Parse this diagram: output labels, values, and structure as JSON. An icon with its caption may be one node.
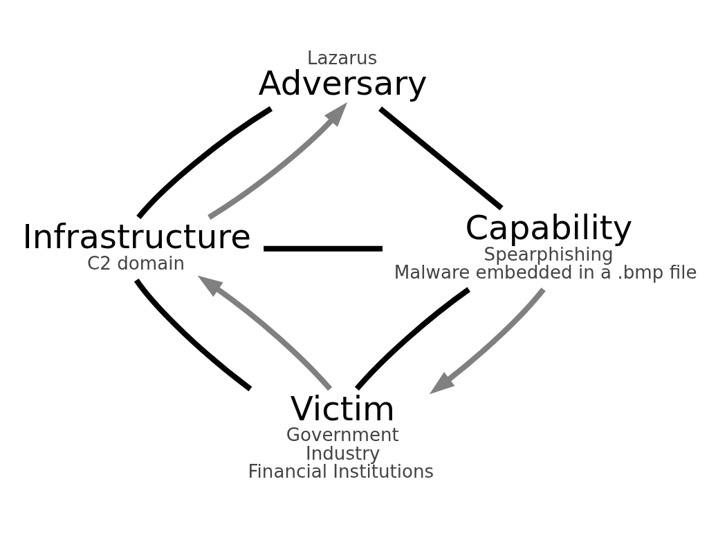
{
  "diagram": {
    "nodes": [
      {
        "text": [
          "Adversary"
        ],
        "beside": [
          "Lazarus"
        ]
      },
      {
        "text": [
          "Infrastructure"
        ],
        "beside": [
          "C2 domain"
        ]
      },
      {
        "text": [
          "Capability"
        ],
        "beside": [
          "Spearphishing",
          "Malware embedded in a .bmp file"
        ]
      },
      {
        "text": [
          "Victim"
        ],
        "beside": [
          "Government",
          "Industry",
          "Financial Institutions"
        ]
      }
    ],
    "edges": [
      {
        "from": 0,
        "to": 1,
        "arrow": "none"
      },
      {
        "from": 0,
        "to": 2,
        "arrow": "none"
      },
      {
        "from": 1,
        "to": 2,
        "arrow": "none"
      },
      {
        "from": 1,
        "to": 3,
        "arrow": "none"
      },
      {
        "from": 2,
        "to": 3,
        "arrow": "none"
      },
      {
        "from": 1,
        "to": 0,
        "arrow": "to",
        "color": "#808080"
      },
      {
        "from": 2,
        "to": 3,
        "arrow": "to",
        "color": "#808080"
      },
      {
        "from": 3,
        "to": 1,
        "arrow": "to",
        "color": "#808080"
      }
    ]
  }
}
